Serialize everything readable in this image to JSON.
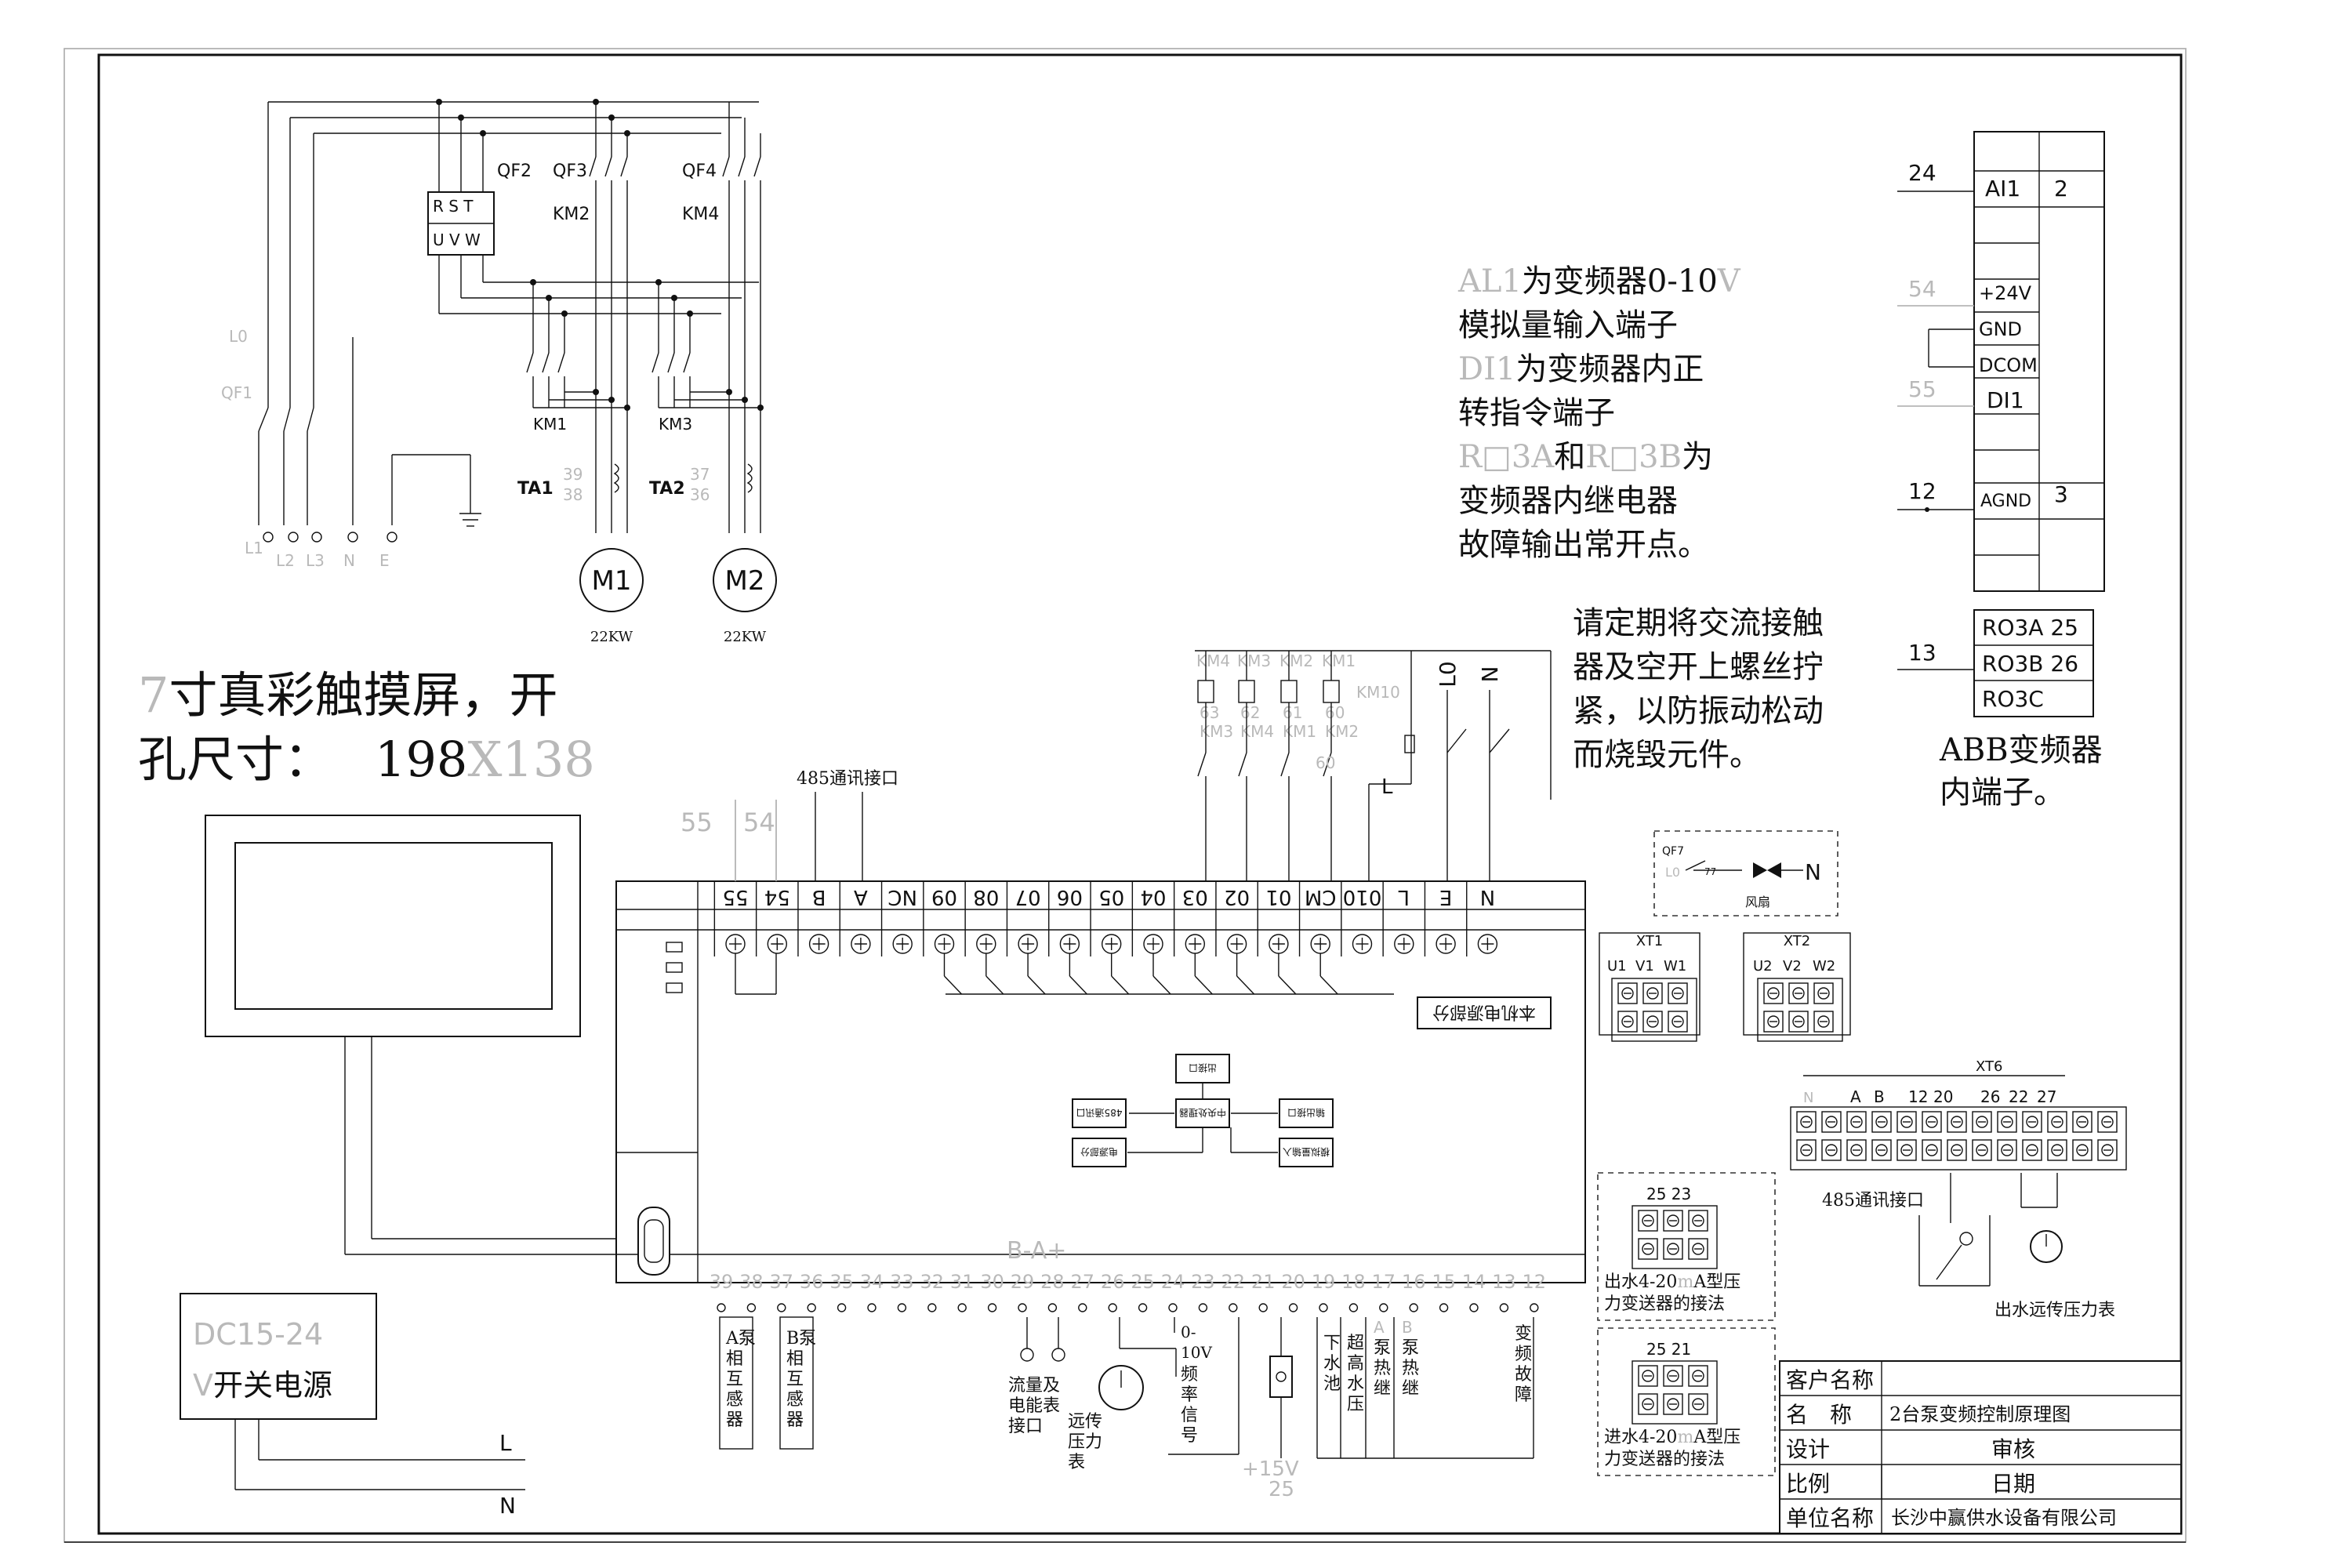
{
  "schematic": {
    "qf_top": [
      "QF2",
      "QF3",
      "QF4"
    ],
    "km_top": [
      "KM2",
      "KM4"
    ],
    "breaker_io": [
      "R S T",
      "U V W"
    ],
    "l0": "L0",
    "qf1": "QF1",
    "km_bottom": [
      "KM1",
      "KM3"
    ],
    "ta": [
      "TA1",
      "TA2"
    ],
    "ta_terms": [
      "39",
      "38",
      "37",
      "36"
    ],
    "supply_labels": [
      "L1",
      "L2",
      "L3",
      "N",
      "E"
    ],
    "motors": [
      "M1",
      "M2"
    ],
    "motor_power": "22KW"
  },
  "screen_note": {
    "line1_gray": "7",
    "line1": "寸真彩触摸屏，开",
    "line2": "孔尺寸：",
    "size_a": "198",
    "size_b": "X138"
  },
  "notes": {
    "vfd_lines": [
      {
        "gray": "AL1",
        "text": "为变频器0-10",
        "tail": "V"
      },
      {
        "gray": "",
        "text": "模拟量输入端子",
        "tail": ""
      },
      {
        "gray": "DI1",
        "text": "为变频器内正",
        "tail": ""
      },
      {
        "gray": "",
        "text": "转指令端子",
        "tail": ""
      },
      {
        "gray": "R□3A",
        "text": "和",
        "tail": "R□3B"
      },
      {
        "gray": "",
        "text": "变频器内继电器",
        "tail": ""
      },
      {
        "gray": "",
        "text": "故障输出常开点。",
        "tail": ""
      }
    ],
    "vfd_line5_end": "为",
    "maintenance": [
      "请定期将交流接触",
      "器及空开上螺丝拧",
      "紧，以防振动松动",
      "而烧毁元件。"
    ]
  },
  "abb": {
    "left_nums": [
      "24",
      "54",
      "55",
      "12",
      "13"
    ],
    "ai1": "AI1",
    "ai1_num": "2",
    "p24": "+24V",
    "gnd": "GND",
    "dcom": "DCOM",
    "di1": "DI1",
    "agnd": "AGND",
    "agnd_num": "3",
    "ro": [
      "RO3A 25",
      "RO3B 26",
      "RO3C"
    ],
    "caption": [
      "ABB变频器",
      "内端子。"
    ]
  },
  "controller": {
    "comm_label": "485通讯接口",
    "gray_top": [
      "55",
      "54"
    ],
    "top_terminals": [
      "55",
      "54",
      "B",
      "A",
      "NC",
      "09",
      "08",
      "07",
      "06",
      "05",
      "04",
      "03",
      "02",
      "01",
      "CM",
      "010",
      "L",
      "E",
      "N"
    ],
    "power_section": "本机电源部分",
    "relay_coils": [
      "KM4",
      "KM3",
      "KM2",
      "KM1"
    ],
    "relay_nums": [
      "63",
      "62",
      "61",
      "60"
    ],
    "relay_sub": [
      "KM3",
      "KM4",
      "KM1",
      "KM2"
    ],
    "relay_extra": "60",
    "km10": "KM10",
    "l0": "L0",
    "n": "N",
    "l": "L",
    "block_center": "中央处理器",
    "block_labels": [
      "出接口",
      "485通讯口",
      "电源部分",
      "模拟量输入",
      "输出接口"
    ],
    "bottom_ba": "B-A+",
    "bottom_terminals": [
      "39",
      "38",
      "37",
      "36",
      "35",
      "34",
      "33",
      "32",
      "31",
      "30",
      "29",
      "28",
      "27",
      "26",
      "25",
      "24",
      "23",
      "22",
      "21",
      "20",
      "19",
      "18",
      "17",
      "16",
      "15",
      "14",
      "13",
      "12"
    ]
  },
  "bottom_labels": {
    "pump_a": [
      "A泵",
      "相",
      "互",
      "感",
      "器"
    ],
    "pump_b": [
      "B泵",
      "相",
      "互",
      "感",
      "器"
    ],
    "flow": [
      "流量及",
      "电能表",
      "接口"
    ],
    "remote": [
      "远传",
      "压力",
      "表"
    ],
    "freq": [
      "0-",
      "10V",
      "频",
      "率",
      "信",
      "号"
    ],
    "p15": [
      "+15V",
      "25"
    ],
    "tank": [
      "下",
      "水",
      "池"
    ],
    "overp": [
      "超",
      "高",
      "水",
      "压"
    ],
    "a_thermal": [
      "A",
      "泵",
      "热",
      "继"
    ],
    "b_thermal": [
      "B",
      "泵",
      "热",
      "继"
    ],
    "fault": [
      "变",
      "频",
      "故",
      "障"
    ]
  },
  "power_supply": {
    "line1": "DC15-24",
    "line2": "V",
    "line2_text": "开关电源",
    "l": "L",
    "n": "N"
  },
  "fan": {
    "qf": "QF7",
    "l0": "L0",
    "num": "77",
    "n": "N",
    "label": "风扇"
  },
  "xt": {
    "xt1": "XT1",
    "xt1_terms": [
      "U1",
      "V1",
      "W1"
    ],
    "xt2": "XT2",
    "xt2_terms": [
      "U2",
      "V2",
      "W2"
    ],
    "xt6": "XT6",
    "xt6_terms": [
      "N",
      "A",
      "B",
      "12",
      "20",
      "26",
      "22",
      "27"
    ],
    "xt6_comm": "485通讯接口",
    "xt6_gauge": "出水远传压力表"
  },
  "transmitters": {
    "out_nums": "25 23",
    "out_label": [
      "出水4-20",
      "A型压",
      "力变送器的接法"
    ],
    "in_nums": "25 21",
    "in_label": [
      "进水4-20",
      "A型压",
      "力变送器的接法"
    ],
    "m": "m"
  },
  "title_block": {
    "customer": "客户名称",
    "name_label": "名　称",
    "name_value": "2台泵变频控制原理图",
    "design": "设计",
    "review": "审核",
    "scale": "比例",
    "date": "日期",
    "company_label": "单位名称",
    "company_value": "长沙中赢供水设备有限公司"
  }
}
